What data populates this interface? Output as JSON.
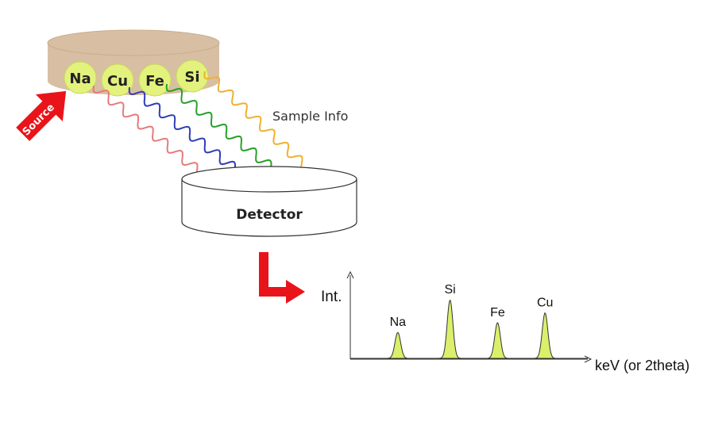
{
  "sample": {
    "elements": [
      {
        "symbol": "Na",
        "color": "#e47b7b"
      },
      {
        "symbol": "Cu",
        "color": "#2f3fb8"
      },
      {
        "symbol": "Fe",
        "color": "#2aa02a"
      },
      {
        "symbol": "Si",
        "color": "#f0b030"
      }
    ],
    "info_label": "Sample Info",
    "disc_color": "#d8bfa3",
    "circle_color": "#e3f27c"
  },
  "source": {
    "label": "Source",
    "color": "#e8141a"
  },
  "detector": {
    "label": "Detector"
  },
  "arrow_color": "#e8141a",
  "spectrum": {
    "y_label": "Int.",
    "x_label": "keV (or 2theta)",
    "fill_color": "#dcef6a",
    "peaks": [
      {
        "element": "Na",
        "position": 0.2,
        "height": 0.4
      },
      {
        "element": "Si",
        "position": 0.42,
        "height": 0.9
      },
      {
        "element": "Fe",
        "position": 0.62,
        "height": 0.55
      },
      {
        "element": "Cu",
        "position": 0.82,
        "height": 0.7
      }
    ]
  }
}
